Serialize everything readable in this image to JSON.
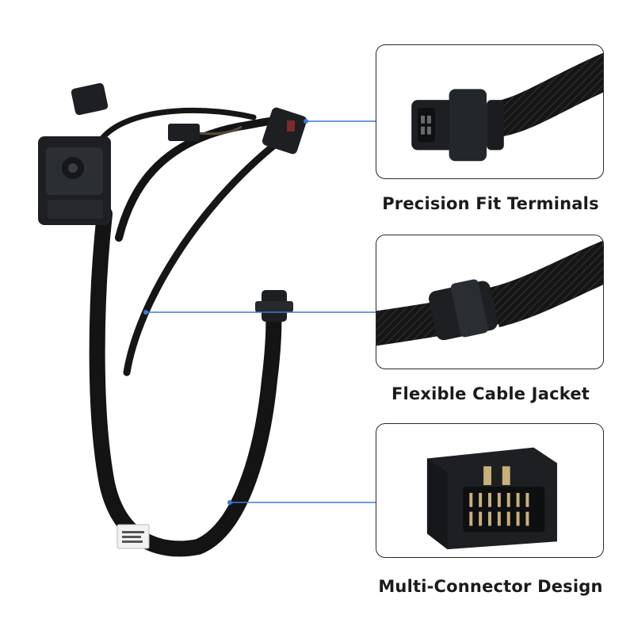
{
  "callouts": [
    {
      "label": "Precision Fit Terminals",
      "icon": "terminal-connector-closeup"
    },
    {
      "label": "Flexible Cable Jacket",
      "icon": "cable-jacket-closeup"
    },
    {
      "label": "Multi-Connector Design",
      "icon": "obd-connector-closeup"
    }
  ],
  "colors": {
    "leader_line": "#3b7bd6",
    "cable": "#141414",
    "connector": "#1d1f22",
    "pins": "#c9b07a",
    "label_tag": "#f2f2f2"
  }
}
